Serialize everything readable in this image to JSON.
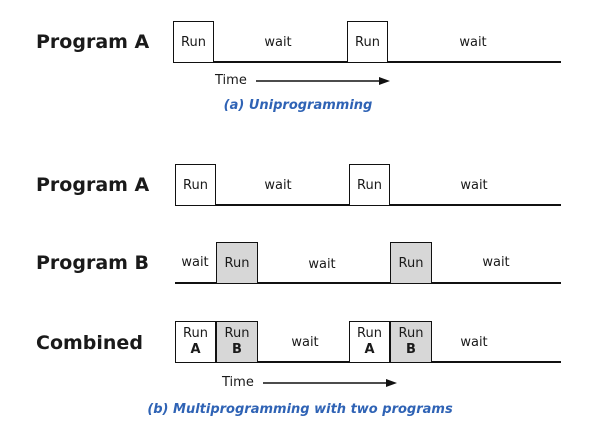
{
  "uniprogramming": {
    "program_a_label": "Program A",
    "run_1": "Run",
    "wait_1": "wait",
    "run_2": "Run",
    "wait_2": "wait",
    "time_label": "Time",
    "caption": "(a) Uniprogramming"
  },
  "multiprogramming": {
    "program_a": {
      "label": "Program A",
      "run_1": "Run",
      "wait_1": "wait",
      "run_2": "Run",
      "wait_2": "wait"
    },
    "program_b": {
      "label": "Program B",
      "wait_0": "wait",
      "run_1": "Run",
      "wait_1": "wait",
      "run_2": "Run",
      "wait_2": "wait"
    },
    "combined": {
      "label": "Combined",
      "run_1_top": "Run",
      "run_1_sub": "A",
      "run_2_top": "Run",
      "run_2_sub": "B",
      "wait_1": "wait",
      "run_3_top": "Run",
      "run_3_sub": "A",
      "run_4_top": "Run",
      "run_4_sub": "B",
      "wait_2": "wait"
    },
    "time_label": "Time",
    "caption": "(b) Multiprogramming with two programs"
  },
  "colors": {
    "caption": "#2f63b5",
    "shaded_run": "#d7d7d7"
  }
}
